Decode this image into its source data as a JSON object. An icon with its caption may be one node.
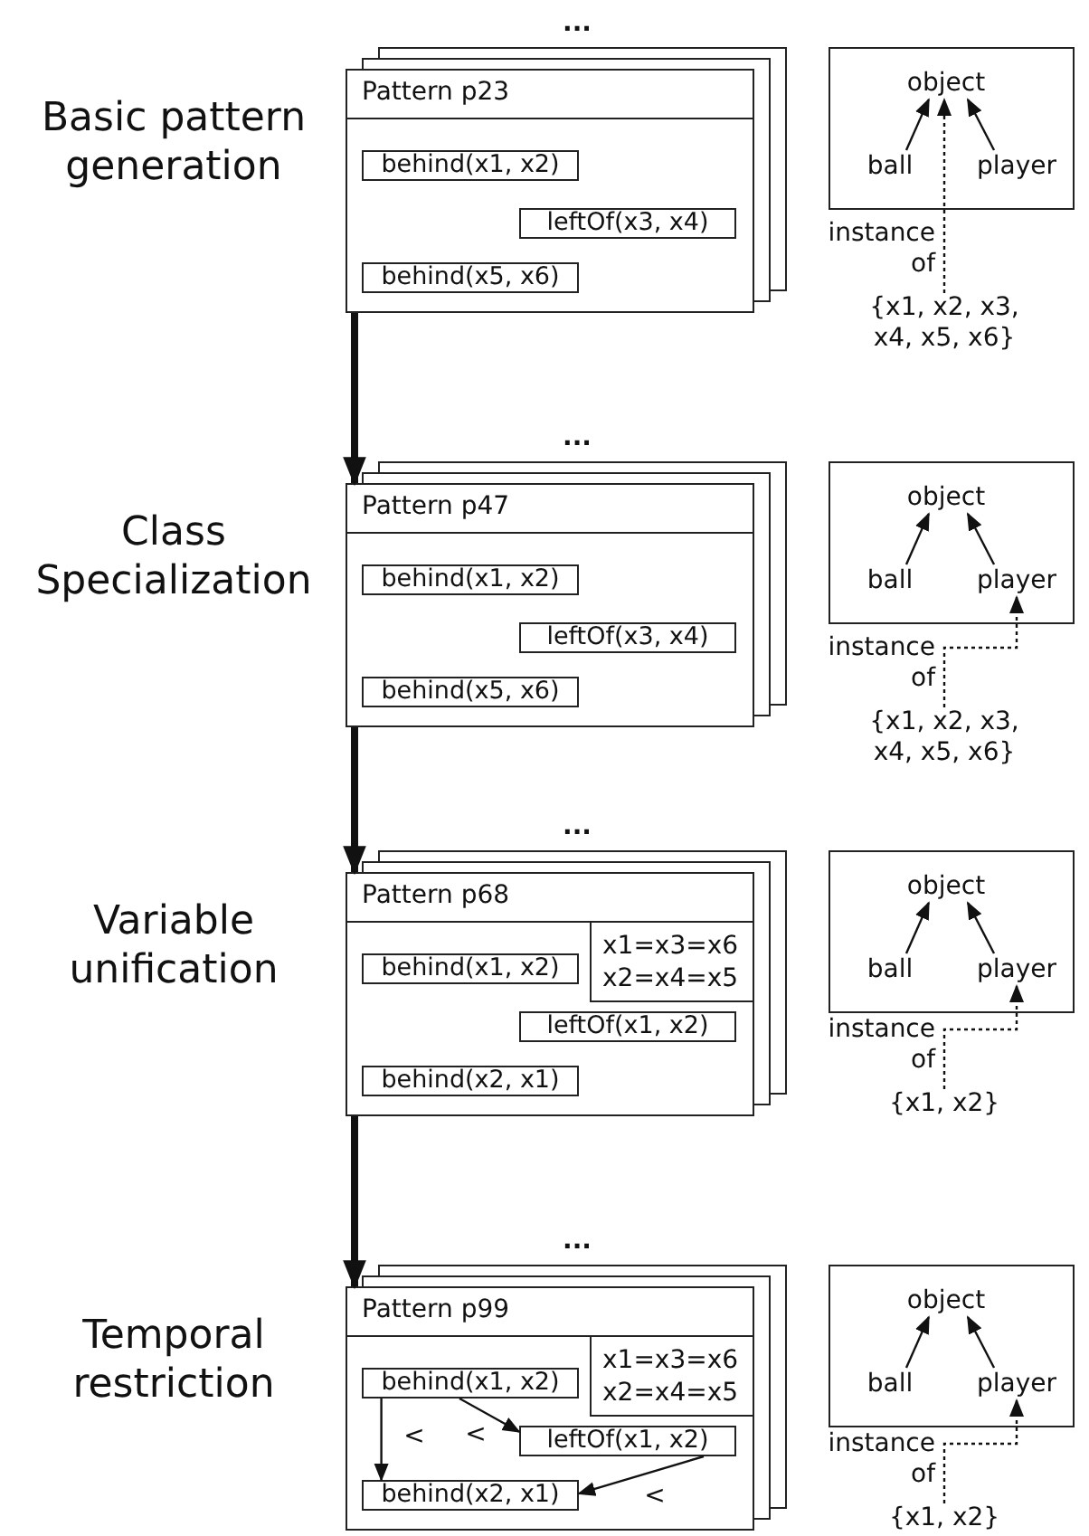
{
  "diagram": {
    "nodes": [
      {
        "text": [
          "Pattern p23"
        ]
      },
      {
        "text": [
          "behind(x1, x2)"
        ],
        "in": 0
      },
      {
        "text": [
          "leftOf(x3, x4)"
        ],
        "in": 0
      },
      {
        "text": [
          "behind(x5, x6)"
        ],
        "in": 0
      },
      {
        "text": [],
        "shape": "box"
      },
      {
        "text": [
          "object"
        ],
        "in": 4
      },
      {
        "text": [
          "ball"
        ],
        "in": 4
      },
      {
        "text": [
          "player"
        ],
        "in": 4
      },
      {
        "text": [
          "{x1, x2, x3, x4, x5, x6}"
        ]
      },
      {
        "text": [
          "Pattern p47"
        ]
      },
      {
        "text": [
          "behind(x1, x2)"
        ],
        "in": 9
      },
      {
        "text": [
          "leftOf(x3, x4)"
        ],
        "in": 9
      },
      {
        "text": [
          "behind(x5, x6)"
        ],
        "in": 9
      },
      {
        "text": [],
        "shape": "box"
      },
      {
        "text": [
          "object"
        ],
        "in": 13
      },
      {
        "text": [
          "ball"
        ],
        "in": 13
      },
      {
        "text": [
          "player"
        ],
        "in": 13
      },
      {
        "text": [
          "{x1, x2, x3, x4, x5, x6}"
        ]
      },
      {
        "text": [
          "Pattern p68"
        ]
      },
      {
        "text": [
          "x1=x3=x6 x2=x4=x5"
        ],
        "in": 18
      },
      {
        "text": [
          "behind(x1, x2)"
        ],
        "in": 18
      },
      {
        "text": [
          "leftOf(x1, x2)"
        ],
        "in": 18
      },
      {
        "text": [
          "behind(x2, x1)"
        ],
        "in": 18
      },
      {
        "text": [],
        "shape": "box"
      },
      {
        "text": [
          "object"
        ],
        "in": 23
      },
      {
        "text": [
          "ball"
        ],
        "in": 23
      },
      {
        "text": [
          "player"
        ],
        "in": 23
      },
      {
        "text": [
          "{x1, x2}"
        ]
      },
      {
        "text": [
          "Pattern p99"
        ]
      },
      {
        "text": [
          "x1=x3=x6 x2=x4=x5"
        ],
        "in": 28
      },
      {
        "text": [
          "behind(x1, x2)"
        ],
        "in": 28
      },
      {
        "text": [
          "leftOf(x1, x2)"
        ],
        "in": 28
      },
      {
        "text": [
          "behind(x2, x1)"
        ],
        "in": 28
      },
      {
        "text": [],
        "shape": "box"
      },
      {
        "text": [
          "object"
        ],
        "in": 33
      },
      {
        "text": [
          "ball"
        ],
        "in": 33
      },
      {
        "text": [
          "player"
        ],
        "in": 33
      },
      {
        "text": [
          "{x1, x2}"
        ]
      }
    ],
    "edges": [
      {
        "from": 6,
        "to": 5,
        "arrow": "to"
      },
      {
        "from": 7,
        "to": 5,
        "arrow": "to"
      },
      {
        "from": 8,
        "to": 5,
        "arrow": "to",
        "label": "instance of",
        "style": "dashed"
      },
      {
        "from": 0,
        "to": 9,
        "arrow": "to",
        "style": "thick"
      },
      {
        "from": 15,
        "to": 14,
        "arrow": "to"
      },
      {
        "from": 16,
        "to": 14,
        "arrow": "to"
      },
      {
        "from": 17,
        "to": 16,
        "arrow": "to",
        "label": "instance of",
        "style": "dashed"
      },
      {
        "from": 9,
        "to": 18,
        "arrow": "to",
        "style": "thick"
      },
      {
        "from": 25,
        "to": 24,
        "arrow": "to"
      },
      {
        "from": 26,
        "to": 24,
        "arrow": "to"
      },
      {
        "from": 27,
        "to": 26,
        "arrow": "to",
        "label": "instance of",
        "style": "dashed"
      },
      {
        "from": 18,
        "to": 28,
        "arrow": "to",
        "style": "thick"
      },
      {
        "from": 35,
        "to": 34,
        "arrow": "to"
      },
      {
        "from": 36,
        "to": 34,
        "arrow": "to"
      },
      {
        "from": 37,
        "to": 36,
        "arrow": "to",
        "label": "instance of",
        "style": "dashed"
      },
      {
        "from": 30,
        "to": 32,
        "arrow": "to",
        "label": "<"
      },
      {
        "from": 30,
        "to": 31,
        "arrow": "to",
        "label": "<"
      },
      {
        "from": 31,
        "to": 32,
        "arrow": "to",
        "label": "<"
      }
    ],
    "labels": [
      "...",
      "Basic pattern generation",
      "...",
      "Class Specialization",
      "...",
      "Variable unification",
      "...",
      "Temporal restriction"
    ]
  }
}
